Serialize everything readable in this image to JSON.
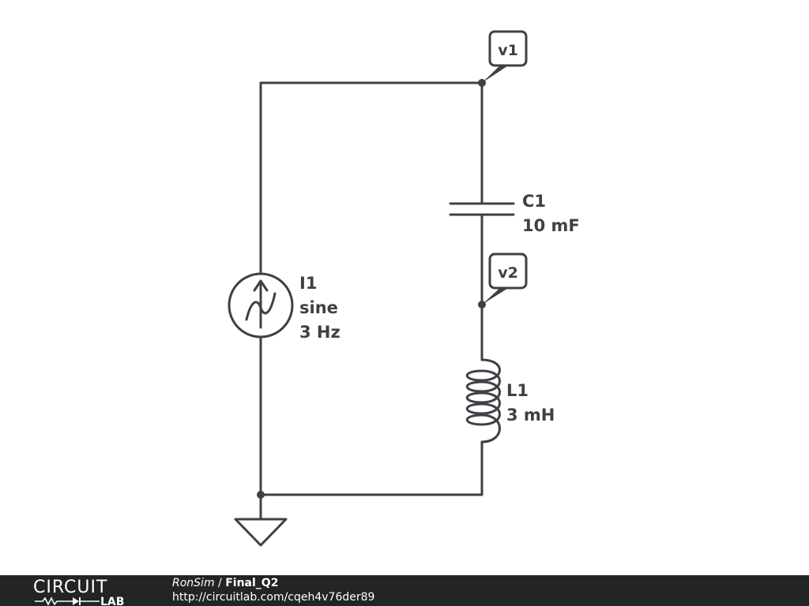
{
  "components": {
    "current_source": {
      "name": "I1",
      "type": "sine",
      "freq": "3 Hz"
    },
    "capacitor": {
      "name": "C1",
      "value": "10 mF"
    },
    "inductor": {
      "name": "L1",
      "value": "3 mH"
    }
  },
  "probes": {
    "v1": "v1",
    "v2": "v2"
  },
  "footer": {
    "logo_top": "CIRCUIT",
    "logo_bottom": "LAB",
    "user": "RonSim",
    "separator": " / ",
    "title": "Final_Q2",
    "url": "http://circuitlab.com/cqeh4v76der89"
  },
  "colors": {
    "wire": "#3d4145",
    "footer_bg": "#222426"
  }
}
